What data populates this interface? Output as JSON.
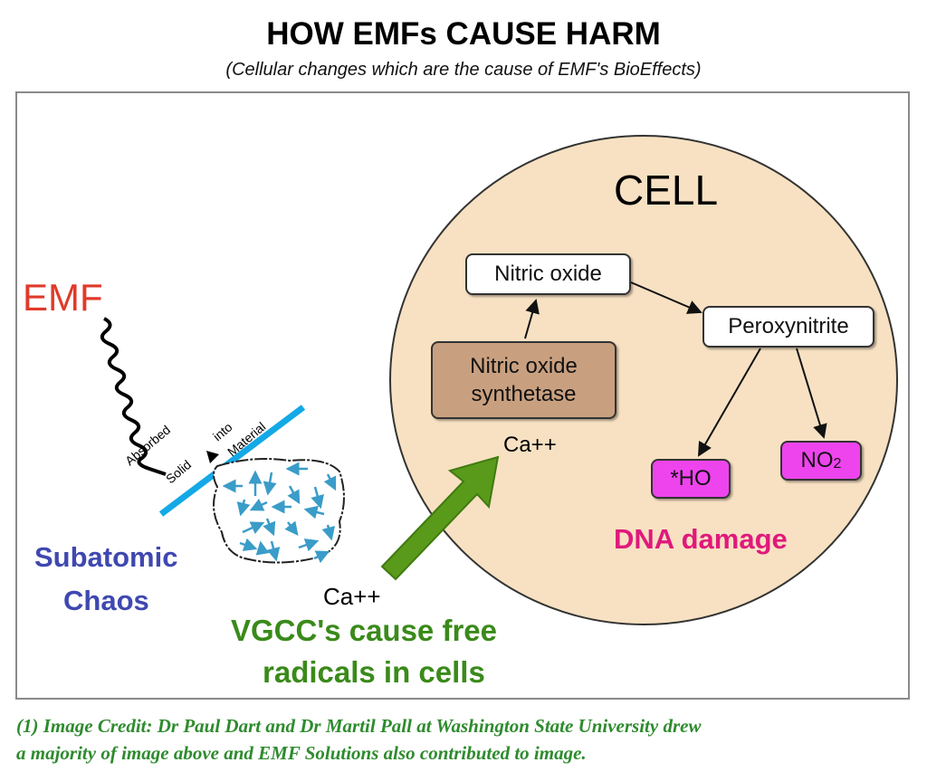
{
  "title": "HOW EMFs CAUSE HARM",
  "subtitle": "(Cellular changes which are the cause of EMF's BioEffects)",
  "diagram": {
    "emf_label": "EMF",
    "absorbed_label_1": "Absorbed",
    "absorbed_label_2": "Solid",
    "into_label_1": "into",
    "into_label_2": "Material",
    "subatomic_1": "Subatomic",
    "subatomic_2": "Chaos",
    "ca_outside": "Ca++",
    "vgcc_1": "VGCC's cause free",
    "vgcc_2": "radicals in cells",
    "cell": {
      "title": "CELL",
      "nitric_oxide": "Nitric oxide",
      "synthetase_1": "Nitric oxide",
      "synthetase_2": "synthetase",
      "ca_inside": "Ca++",
      "peroxynitrite": "Peroxynitrite",
      "ho": "*HO",
      "no2": "NO",
      "no2_sub": "2",
      "dna_damage": "DNA damage"
    }
  },
  "credit_line_1": "(1) Image Credit:  Dr Paul Dart and Dr Martil Pall at Washington State University drew",
  "credit_line_2": "a majority of image above and EMF Solutions also contributed to image.",
  "colors": {
    "emf": "#e03a2a",
    "subatomic": "#3f48b0",
    "vgcc": "#3a8a1a",
    "dna": "#e0197c",
    "cell_fill": "#f7e1c2",
    "synthetase": "#c9a07f",
    "radical": "#ee44ee",
    "solid_line": "#14a9e6",
    "credit": "#2e8b2e"
  }
}
